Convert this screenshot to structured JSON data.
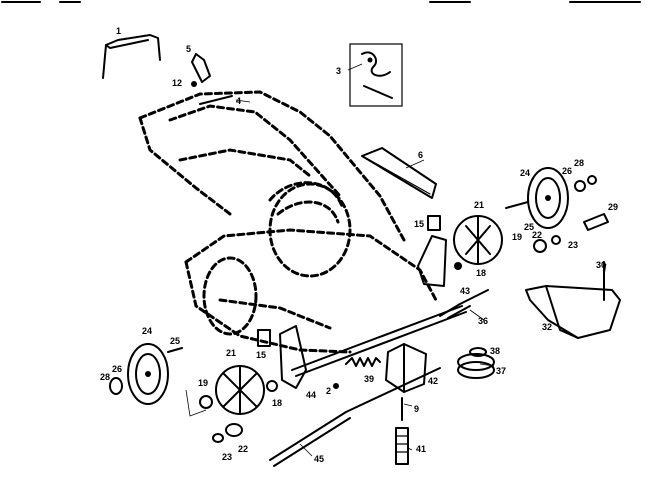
{
  "callouts": [
    {
      "id": "c1",
      "text": "1"
    },
    {
      "id": "c2",
      "text": "2"
    },
    {
      "id": "c3",
      "text": "3"
    },
    {
      "id": "c4",
      "text": "4"
    },
    {
      "id": "c5",
      "text": "5"
    },
    {
      "id": "c6",
      "text": "6"
    },
    {
      "id": "c9",
      "text": "9"
    },
    {
      "id": "c12",
      "text": "12"
    },
    {
      "id": "c15a",
      "text": "15"
    },
    {
      "id": "c15b",
      "text": "15"
    },
    {
      "id": "c18a",
      "text": "18"
    },
    {
      "id": "c18b",
      "text": "18"
    },
    {
      "id": "c19a",
      "text": "19"
    },
    {
      "id": "c19b",
      "text": "19"
    },
    {
      "id": "c21a",
      "text": "21"
    },
    {
      "id": "c21b",
      "text": "21"
    },
    {
      "id": "c22a",
      "text": "22"
    },
    {
      "id": "c22b",
      "text": "22"
    },
    {
      "id": "c23a",
      "text": "23"
    },
    {
      "id": "c23b",
      "text": "23"
    },
    {
      "id": "c24a",
      "text": "24"
    },
    {
      "id": "c24b",
      "text": "24"
    },
    {
      "id": "c25a",
      "text": "25"
    },
    {
      "id": "c25b",
      "text": "25"
    },
    {
      "id": "c26a",
      "text": "26"
    },
    {
      "id": "c26b",
      "text": "26"
    },
    {
      "id": "c28a",
      "text": "28"
    },
    {
      "id": "c28b",
      "text": "28"
    },
    {
      "id": "c29",
      "text": "29"
    },
    {
      "id": "c30",
      "text": "30"
    },
    {
      "id": "c32",
      "text": "32"
    },
    {
      "id": "c36",
      "text": "36"
    },
    {
      "id": "c37",
      "text": "37"
    },
    {
      "id": "c38",
      "text": "38"
    },
    {
      "id": "c39",
      "text": "39"
    },
    {
      "id": "c41",
      "text": "41"
    },
    {
      "id": "c42",
      "text": "42"
    },
    {
      "id": "c43",
      "text": "43"
    },
    {
      "id": "c44",
      "text": "44"
    },
    {
      "id": "c45",
      "text": "45"
    }
  ]
}
